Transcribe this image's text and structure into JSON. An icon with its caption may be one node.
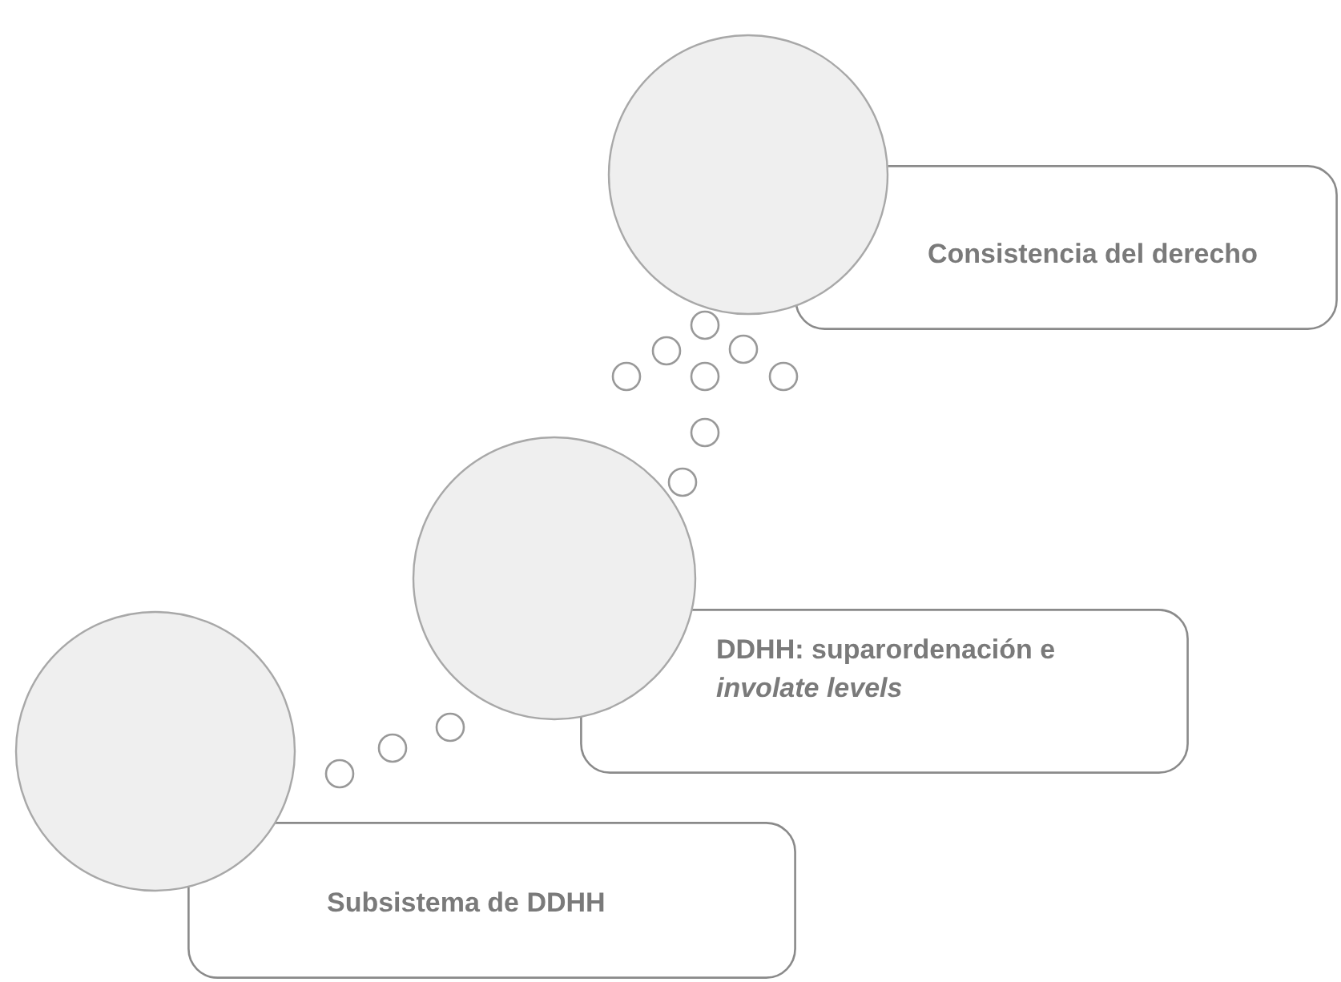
{
  "diagram": {
    "nodes": [
      {
        "text": [],
        "shape": "circle"
      },
      {
        "text": [
          "Consistencia del derecho"
        ]
      },
      {
        "text": [],
        "shape": "circle"
      },
      {
        "text": [
          "DDHH: suparordenación e *involate levels*"
        ]
      },
      {
        "text": [],
        "shape": "circle"
      },
      {
        "text": [
          "Subsistema de DDHH"
        ]
      }
    ]
  }
}
